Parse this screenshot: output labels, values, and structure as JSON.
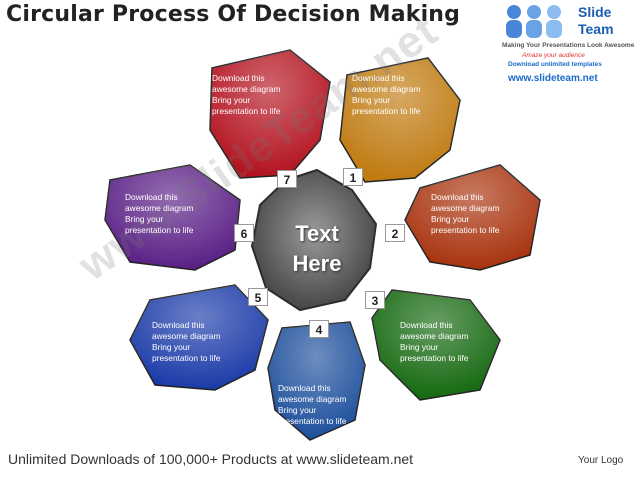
{
  "title": "Circular Process Of Decision Making",
  "logo": {
    "brand_line1": "Slide",
    "brand_line2": "Team",
    "tagline": "Making Your Presentations Look Awesome",
    "audience": "Amaze your audience",
    "templates": "Download unlimited templates",
    "url": "www.slideteam.net"
  },
  "center_label_line1": "Text",
  "center_label_line2": "Here",
  "segments": [
    {
      "number": "1",
      "text": [
        "Download this",
        "awesome diagram",
        "Bring your",
        "presentation to life"
      ],
      "color": "#c07a10"
    },
    {
      "number": "2",
      "text": [
        "Download this",
        "awesome diagram",
        "Bring your",
        "presentation to life"
      ],
      "color": "#a8320d"
    },
    {
      "number": "3",
      "text": [
        "Download this",
        "awesome diagram",
        "Bring your",
        "presentation to life"
      ],
      "color": "#14680f"
    },
    {
      "number": "4",
      "text": [
        "Download this",
        "awesome diagram",
        "Bring your",
        "presentation to life"
      ],
      "color": "#1d4f9c"
    },
    {
      "number": "5",
      "text": [
        "Download this",
        "awesome diagram",
        "Bring your",
        "presentation to life"
      ],
      "color": "#1a3aa8"
    },
    {
      "number": "6",
      "text": [
        "Download this",
        "awesome diagram",
        "Bring your",
        "presentation to life"
      ],
      "color": "#5a1f86"
    },
    {
      "number": "7",
      "text": [
        "Download this",
        "awesome diagram",
        "Bring your",
        "presentation to life"
      ],
      "color": "#b3121f"
    }
  ],
  "watermark": "www.SlideTeam.net",
  "footer_left": "Unlimited Downloads of 100,000+ Products at www.slideteam.net",
  "footer_right": "Your Logo"
}
